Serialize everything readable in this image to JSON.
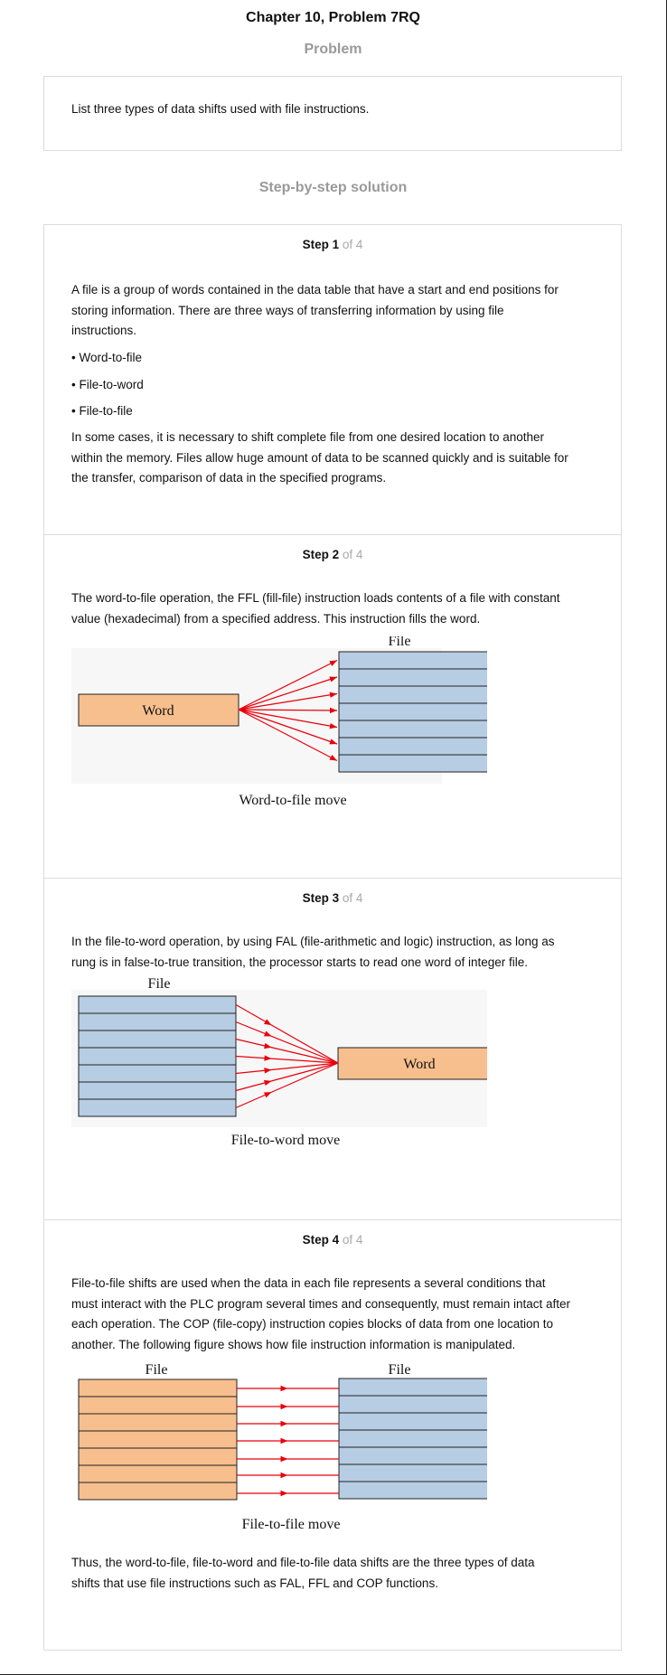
{
  "header": {
    "title": "Chapter 10, Problem 7RQ"
  },
  "problem": {
    "label": "Problem",
    "text": "List three types of data shifts used with file instructions."
  },
  "solution": {
    "label": "Step-by-step solution",
    "of_total": "of 4",
    "steps": [
      {
        "heading": "Step 1",
        "lines": [
          "A file is a group of words contained in the data table that have a start and end positions for",
          "storing information. There are three ways of transferring information by using file",
          "instructions."
        ],
        "bullets": [
          "• Word-to-file",
          "• File-to-word",
          "• File-to-file"
        ],
        "lines2": [
          "In some cases, it is necessary to shift complete file from one desired location to another",
          "within the memory. Files allow huge amount of data to be scanned quickly and is suitable for",
          "the transfer, comparison of data in the specified programs."
        ]
      },
      {
        "heading": "Step 2",
        "lines": [
          "The word-to-file operation, the FFL (fill-file) instruction loads contents of a file with constant",
          "value (hexadecimal) from a specified address. This instruction fills the word."
        ],
        "figure": {
          "word_label": "Word",
          "file_label": "File",
          "caption": "Word-to-file move"
        }
      },
      {
        "heading": "Step 3",
        "lines": [
          "In the file-to-word operation, by using FAL (file-arithmetic and logic) instruction, as long as",
          "rung is in false-to-true transition, the processor starts to read one word of integer file."
        ],
        "figure": {
          "word_label": "Word",
          "file_label": "File",
          "caption": "File-to-word move"
        }
      },
      {
        "heading": "Step 4",
        "lines": [
          "File-to-file shifts are used when the data in each file represents a several conditions that",
          "must interact with the PLC program several times and consequently, must remain intact after",
          "each operation. The COP (file-copy) instruction copies blocks of data from one location to",
          "another. The following figure shows how file instruction information is manipulated."
        ],
        "figure": {
          "left_label": "File",
          "right_label": "File",
          "caption": "File-to-file move"
        },
        "lines2": [
          "Thus, the word-to-file, file-to-word and file-to-file data shifts are the three types of data",
          "shifts that use file instructions such as FAL, FFL and COP functions."
        ]
      }
    ]
  },
  "colors": {
    "file_cell": "#b7cde3",
    "word_cell": "#f8bf8e",
    "arrow": "#e8000b"
  }
}
